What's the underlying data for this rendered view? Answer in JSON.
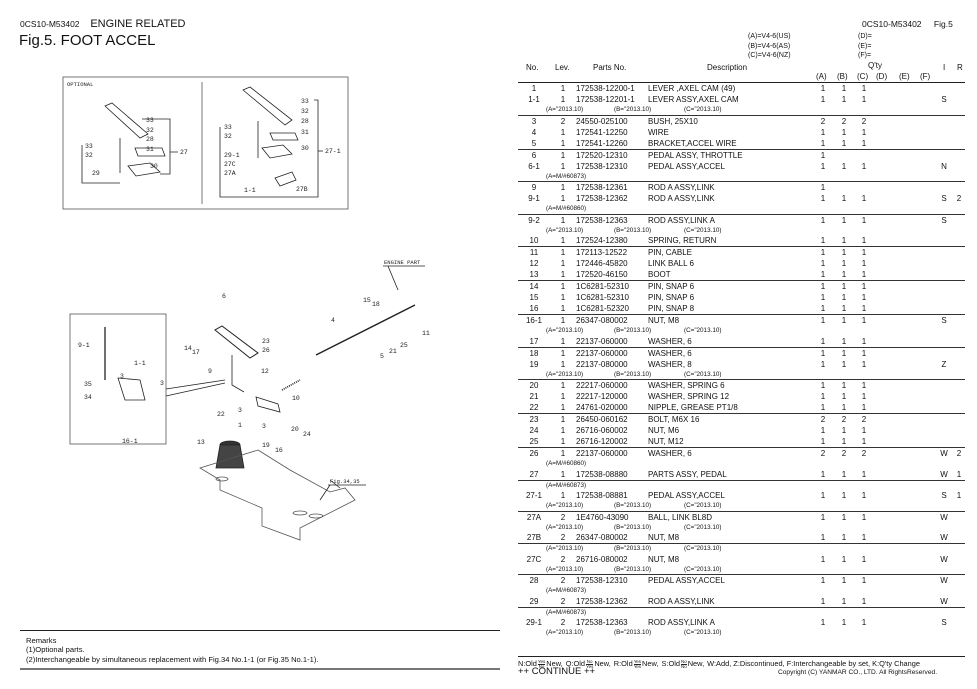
{
  "header": {
    "code": "0CS10-M53402",
    "section": "ENGINE RELATED",
    "figure_title": "Fig.5.  FOOT ACCEL",
    "right_code": "0CS10-M53402",
    "right_fig": "Fig.5"
  },
  "model_legend": {
    "a": "(A)=V4-6(US)",
    "b": "(B)=V4-6(AS)",
    "c": "(C)=V4-6(NZ)",
    "d": "(D)=",
    "e": "(E)=",
    "f": "(F)="
  },
  "columns": {
    "no": "No.",
    "lev": "Lev.",
    "parts_no": "Parts No.",
    "description": "Description",
    "qty": "Q'ty",
    "a": "(A)",
    "b": "(B)",
    "c": "(C)",
    "d": "(D)",
    "e": "(E)",
    "f": "(F)",
    "i": "I",
    "r": "R"
  },
  "diagram": {
    "optional_label": "OPTIONAL",
    "engine_part_label": "ENGINE PART",
    "fig_ref_label": "Fig.34,35"
  },
  "rows": [
    {
      "no": "1",
      "lev": "1",
      "pn": "172538-12200-1",
      "desc": "LEVER ,AXEL CAM (49)",
      "a": "1",
      "b": "1",
      "c": "1",
      "i": "",
      "r": "",
      "sep": false,
      "notes": []
    },
    {
      "no": "1-1",
      "lev": "1",
      "pn": "172538-12201-1",
      "desc": "LEVER ASSY,AXEL CAM",
      "a": "1",
      "b": "1",
      "c": "1",
      "i": "S",
      "r": "",
      "sep": false,
      "notes": [
        "(A=\"2013.10)",
        "(B=\"2013.10)",
        "(C=\"2013.10)"
      ]
    },
    {
      "no": "3",
      "lev": "2",
      "pn": "24550-025100",
      "desc": "BUSH, 25X10",
      "a": "2",
      "b": "2",
      "c": "2",
      "i": "",
      "r": "",
      "sep": true,
      "notes": []
    },
    {
      "no": "4",
      "lev": "1",
      "pn": "172541-12250",
      "desc": "WIRE",
      "a": "1",
      "b": "1",
      "c": "1",
      "i": "",
      "r": "",
      "sep": false,
      "notes": []
    },
    {
      "no": "5",
      "lev": "1",
      "pn": "172541-12260",
      "desc": "BRACKET,ACCEL WIRE",
      "a": "1",
      "b": "1",
      "c": "1",
      "i": "",
      "r": "",
      "sep": false,
      "notes": []
    },
    {
      "no": "6",
      "lev": "1",
      "pn": "172520-12310",
      "desc": "PEDAL ASSY, THROTTLE",
      "a": "1",
      "b": "",
      "c": "",
      "i": "",
      "r": "",
      "sep": true,
      "notes": []
    },
    {
      "no": "6-1",
      "lev": "1",
      "pn": "172538-12310",
      "desc": "PEDAL ASSY,ACCEL",
      "a": "1",
      "b": "1",
      "c": "1",
      "i": "N",
      "r": "",
      "sep": false,
      "notes": [
        "(A=M/#60873)"
      ]
    },
    {
      "no": "9",
      "lev": "1",
      "pn": "172538-12361",
      "desc": "ROD A ASSY,LINK",
      "a": "1",
      "b": "",
      "c": "",
      "i": "",
      "r": "",
      "sep": true,
      "notes": []
    },
    {
      "no": "9-1",
      "lev": "1",
      "pn": "172538-12362",
      "desc": "ROD A ASSY,LINK",
      "a": "1",
      "b": "1",
      "c": "1",
      "i": "S",
      "r": "2",
      "sep": false,
      "notes": [
        "(A=M/#60860)"
      ]
    },
    {
      "no": "9-2",
      "lev": "1",
      "pn": "172538-12363",
      "desc": "ROD ASSY,LINK A",
      "a": "1",
      "b": "1",
      "c": "1",
      "i": "S",
      "r": "",
      "sep": true,
      "notes": [
        "(A=\"2013.10)",
        "(B=\"2013.10)",
        "(C=\"2013.10)"
      ]
    },
    {
      "no": "10",
      "lev": "1",
      "pn": "172524-12380",
      "desc": "SPRING, RETURN",
      "a": "1",
      "b": "1",
      "c": "1",
      "i": "",
      "r": "",
      "sep": false,
      "notes": []
    },
    {
      "no": "11",
      "lev": "1",
      "pn": "172113-12522",
      "desc": "PIN, CABLE",
      "a": "1",
      "b": "1",
      "c": "1",
      "i": "",
      "r": "",
      "sep": true,
      "notes": []
    },
    {
      "no": "12",
      "lev": "1",
      "pn": "172446-45820",
      "desc": "LINK BALL 6",
      "a": "1",
      "b": "1",
      "c": "1",
      "i": "",
      "r": "",
      "sep": false,
      "notes": []
    },
    {
      "no": "13",
      "lev": "1",
      "pn": "172520-46150",
      "desc": "BOOT",
      "a": "1",
      "b": "1",
      "c": "1",
      "i": "",
      "r": "",
      "sep": false,
      "notes": []
    },
    {
      "no": "14",
      "lev": "1",
      "pn": "1C6281-52310",
      "desc": "PIN, SNAP 6",
      "a": "1",
      "b": "1",
      "c": "1",
      "i": "",
      "r": "",
      "sep": true,
      "notes": []
    },
    {
      "no": "15",
      "lev": "1",
      "pn": "1C6281-52310",
      "desc": "PIN, SNAP 6",
      "a": "1",
      "b": "1",
      "c": "1",
      "i": "",
      "r": "",
      "sep": false,
      "notes": []
    },
    {
      "no": "16",
      "lev": "1",
      "pn": "1C6281-52320",
      "desc": "PIN, SNAP 8",
      "a": "1",
      "b": "1",
      "c": "1",
      "i": "",
      "r": "",
      "sep": false,
      "notes": []
    },
    {
      "no": "16-1",
      "lev": "1",
      "pn": "26347-080002",
      "desc": "NUT, M8",
      "a": "1",
      "b": "1",
      "c": "1",
      "i": "S",
      "r": "",
      "sep": true,
      "notes": [
        "(A=\"2013.10)",
        "(B=\"2013.10)",
        "(C=\"2013.10)"
      ]
    },
    {
      "no": "17",
      "lev": "1",
      "pn": "22137-060000",
      "desc": "WASHER,  6",
      "a": "1",
      "b": "1",
      "c": "1",
      "i": "",
      "r": "",
      "sep": false,
      "notes": []
    },
    {
      "no": "18",
      "lev": "1",
      "pn": "22137-060000",
      "desc": "WASHER,  6",
      "a": "1",
      "b": "1",
      "c": "1",
      "i": "",
      "r": "",
      "sep": true,
      "notes": []
    },
    {
      "no": "19",
      "lev": "1",
      "pn": "22137-080000",
      "desc": "WASHER,  8",
      "a": "1",
      "b": "1",
      "c": "1",
      "i": "Z",
      "r": "",
      "sep": false,
      "notes": [
        "(A=\"2013.10)",
        "(B=\"2013.10)",
        "(C=\"2013.10)"
      ]
    },
    {
      "no": "20",
      "lev": "1",
      "pn": "22217-060000",
      "desc": "WASHER, SPRING  6",
      "a": "1",
      "b": "1",
      "c": "1",
      "i": "",
      "r": "",
      "sep": true,
      "notes": []
    },
    {
      "no": "21",
      "lev": "1",
      "pn": "22217-120000",
      "desc": "WASHER, SPRING 12",
      "a": "1",
      "b": "1",
      "c": "1",
      "i": "",
      "r": "",
      "sep": false,
      "notes": []
    },
    {
      "no": "22",
      "lev": "1",
      "pn": "24761-020000",
      "desc": "NIPPLE, GREASE PT1/8",
      "a": "1",
      "b": "1",
      "c": "1",
      "i": "",
      "r": "",
      "sep": false,
      "notes": []
    },
    {
      "no": "23",
      "lev": "1",
      "pn": "26450-060162",
      "desc": "BOLT, M6X 16",
      "a": "2",
      "b": "2",
      "c": "2",
      "i": "",
      "r": "",
      "sep": true,
      "notes": []
    },
    {
      "no": "24",
      "lev": "1",
      "pn": "26716-060002",
      "desc": "NUT, M6",
      "a": "1",
      "b": "1",
      "c": "1",
      "i": "",
      "r": "",
      "sep": false,
      "notes": []
    },
    {
      "no": "25",
      "lev": "1",
      "pn": "26716-120002",
      "desc": "NUT, M12",
      "a": "1",
      "b": "1",
      "c": "1",
      "i": "",
      "r": "",
      "sep": false,
      "notes": []
    },
    {
      "no": "26",
      "lev": "1",
      "pn": "22137-060000",
      "desc": "WASHER,  6",
      "a": "2",
      "b": "2",
      "c": "2",
      "i": "W",
      "r": "2",
      "sep": true,
      "notes": [
        "(A=M/#60860)"
      ]
    },
    {
      "no": "27",
      "lev": "1",
      "pn": "172538-08880",
      "desc": "PARTS ASSY, PEDAL",
      "a": "1",
      "b": "1",
      "c": "1",
      "i": "W",
      "r": "1",
      "sep": false,
      "notes": []
    },
    {
      "no": "27-1",
      "lev": "1",
      "pn": "172538-08881",
      "desc": "PEDAL ASSY,ACCEL",
      "a": "1",
      "b": "1",
      "c": "1",
      "i": "S",
      "r": "1",
      "sep": true,
      "pre_notes": [
        "(A=M/#60873)"
      ],
      "notes": [
        "(A=\"2013.10)",
        "(B=\"2013.10)",
        "(C=\"2013.10)"
      ]
    },
    {
      "no": "27A",
      "lev": "2",
      "pn": "1E4760-43090",
      "desc": "BALL, LINK BL8D",
      "a": "1",
      "b": "1",
      "c": "1",
      "i": "W",
      "r": "",
      "sep": true,
      "notes": [
        "(A=\"2013.10)",
        "(B=\"2013.10)",
        "(C=\"2013.10)"
      ]
    },
    {
      "no": "27B",
      "lev": "2",
      "pn": "26347-080002",
      "desc": "NUT, M8",
      "a": "1",
      "b": "1",
      "c": "1",
      "i": "W",
      "r": "",
      "sep": false,
      "notes": []
    },
    {
      "no": "27C",
      "lev": "2",
      "pn": "26716-080002",
      "desc": "NUT, M8",
      "a": "1",
      "b": "1",
      "c": "1",
      "i": "W",
      "r": "",
      "sep": true,
      "pre_notes": [
        "(A=\"2013.10)",
        "(B=\"2013.10)",
        "(C=\"2013.10)"
      ],
      "notes": [
        "(A=\"2013.10)",
        "(B=\"2013.10)",
        "(C=\"2013.10)"
      ]
    },
    {
      "no": "28",
      "lev": "2",
      "pn": "172538-12310",
      "desc": "PEDAL ASSY,ACCEL",
      "a": "1",
      "b": "1",
      "c": "1",
      "i": "W",
      "r": "",
      "sep": true,
      "notes": [
        "(A=M/#60873)"
      ]
    },
    {
      "no": "29",
      "lev": "2",
      "pn": "172538-12362",
      "desc": "ROD A ASSY,LINK",
      "a": "1",
      "b": "1",
      "c": "1",
      "i": "W",
      "r": "",
      "sep": false,
      "notes": []
    },
    {
      "no": "29-1",
      "lev": "2",
      "pn": "172538-12363",
      "desc": "ROD ASSY,LINK A",
      "a": "1",
      "b": "1",
      "c": "1",
      "i": "S",
      "r": "",
      "sep": true,
      "pre_notes": [
        "(A=M/#60873)"
      ],
      "notes": [
        "(A=\"2013.10)",
        "(B=\"2013.10)",
        "(C=\"2013.10)"
      ]
    }
  ],
  "remarks": {
    "title": "Remarks",
    "lines": [
      "(1)Optional parts.",
      "(2)Interchangeable by simultaneous replacement with Fig.34 No.1-1 (or Fig.35 No.1-1)."
    ]
  },
  "footer": {
    "legend": [
      {
        "prefix": "N:Old",
        "top": "Yes",
        "bottom": "No",
        "suffix": "New,"
      },
      {
        "prefix": "Q:Old",
        "top": "No",
        "bottom": "Yes",
        "suffix": "New,"
      },
      {
        "prefix": "R:Old",
        "top": "Yes",
        "bottom": "Yes",
        "suffix": "New,"
      },
      {
        "prefix": "S:Old",
        "top": "No",
        "bottom": "No",
        "suffix": "New,"
      }
    ],
    "legend_tail": "W:Add, Z:Discontinued, F:Interchangeable by set, K:Q'ty Change",
    "continue": "++ CONTINUE ++",
    "copyright": "Copyright (C)  YANMAR CO., LTD. All RightsReserved."
  }
}
